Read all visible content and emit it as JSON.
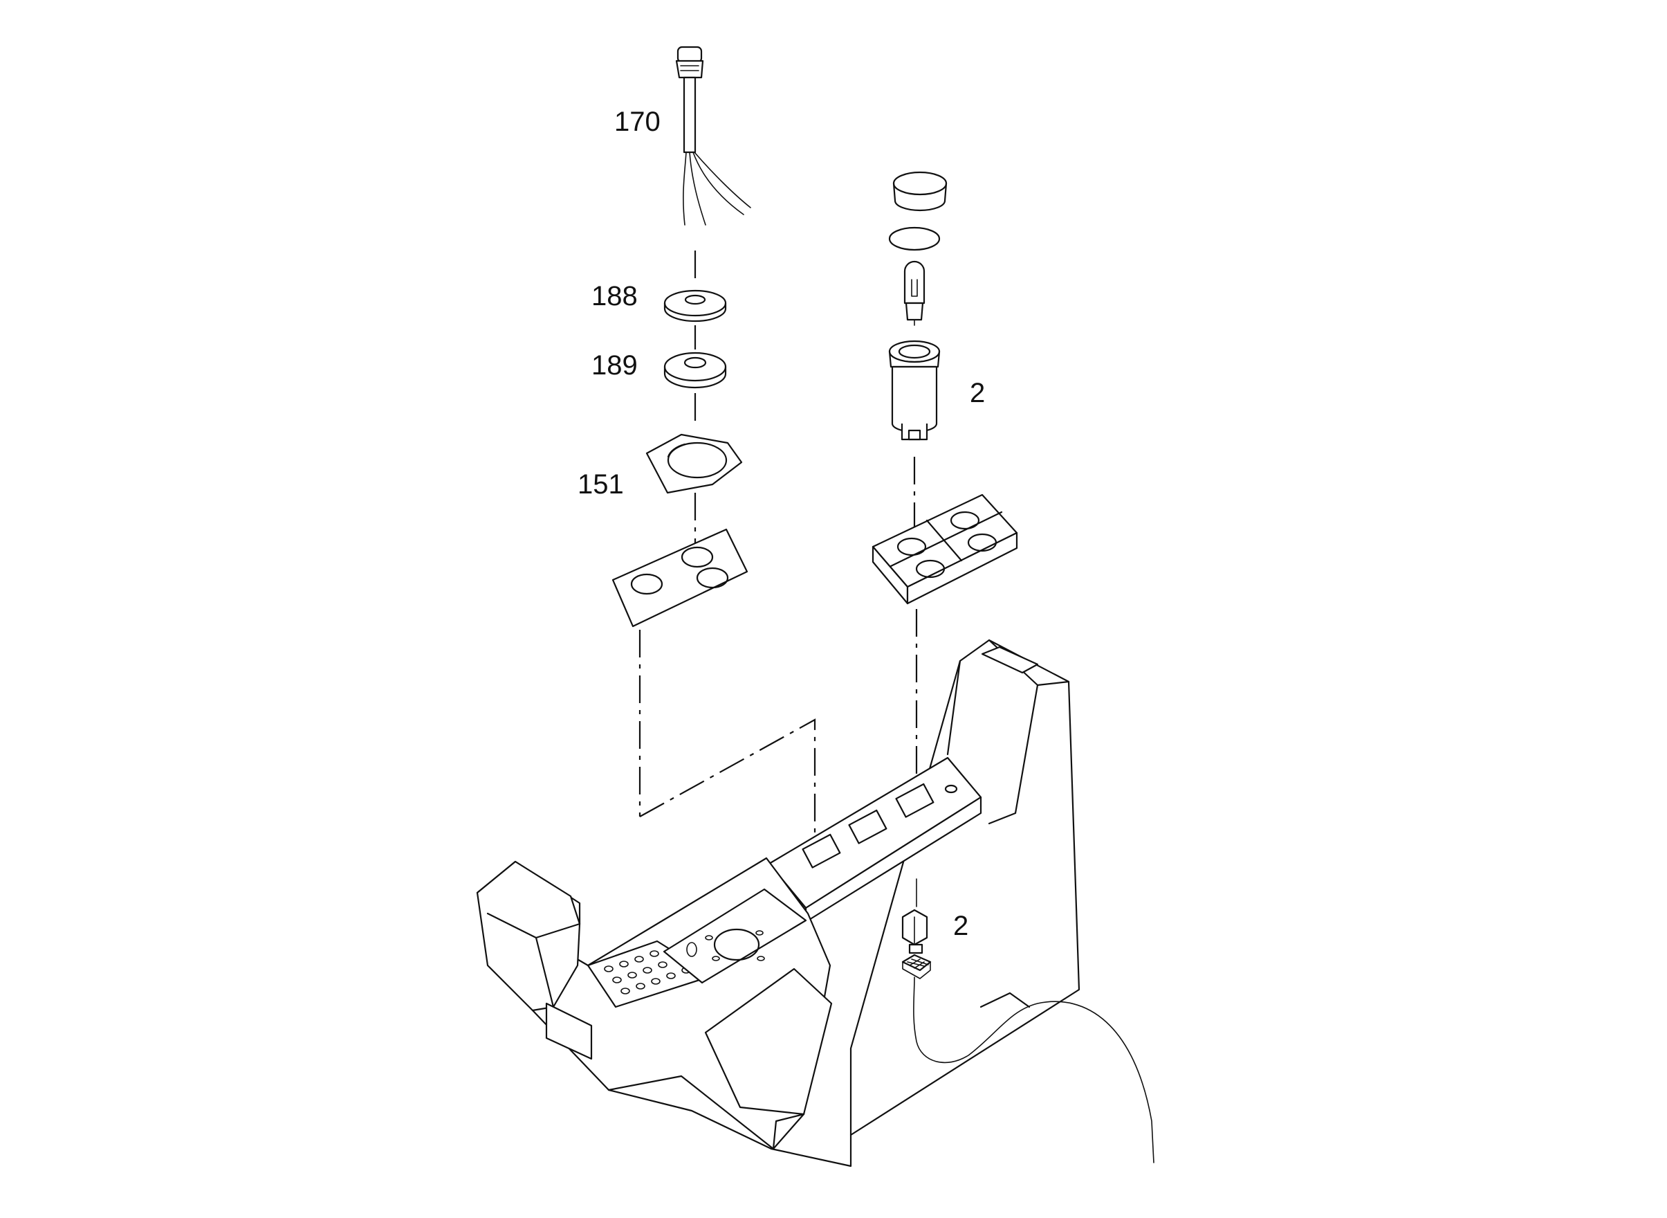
{
  "callouts": {
    "part_170": "170",
    "part_188": "188",
    "part_189": "189",
    "part_151": "151",
    "part_2_lamp": "2",
    "part_2_connector": "2"
  },
  "colors": {
    "line": "#111111",
    "background": "#ffffff"
  }
}
